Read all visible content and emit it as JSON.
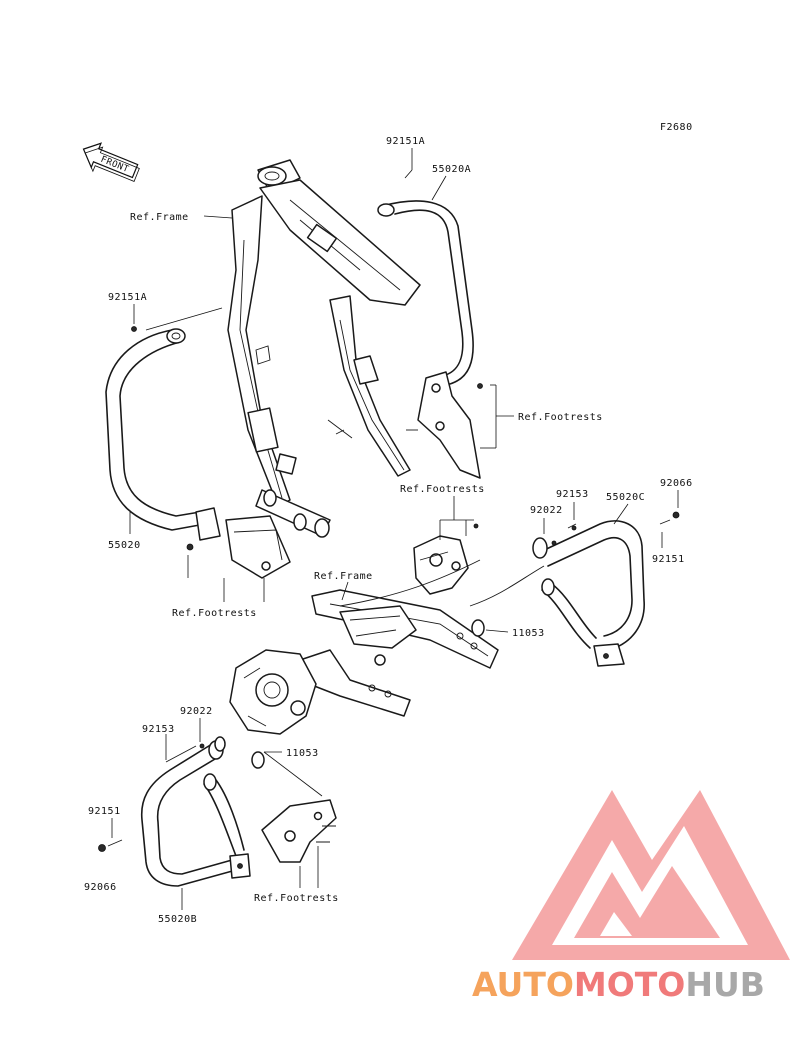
{
  "diagram": {
    "figure_code": "F2680",
    "front_marker": "FRONT",
    "labels": {
      "ref_frame_top": "Ref.Frame",
      "ref_frame_mid": "Ref.Frame",
      "ref_footrests_right_upper": "Ref.Footrests",
      "ref_footrests_center": "Ref.Footrests",
      "ref_footrests_left": "Ref.Footrests",
      "ref_footrests_bottom": "Ref.Footrests",
      "p_92151A_top": "92151A",
      "p_55020A": "55020A",
      "p_92151A_left": "92151A",
      "p_55020": "55020",
      "p_92022_right": "92022",
      "p_92153_right": "92153",
      "p_55020C": "55020C",
      "p_92066_right": "92066",
      "p_92151_right": "92151",
      "p_11053_right": "11053",
      "p_92022_left": "92022",
      "p_92153_left": "92153",
      "p_11053_left": "11053",
      "p_92151_left": "92151",
      "p_92066_left": "92066",
      "p_55020B": "55020B"
    }
  },
  "watermark": {
    "brand_part1": "AUTO",
    "brand_part2": "MOTO",
    "brand_part3": "HUB",
    "color_orange": "#f5a35c",
    "color_red": "#f07a7a",
    "color_gray": "#a8a8a8"
  }
}
